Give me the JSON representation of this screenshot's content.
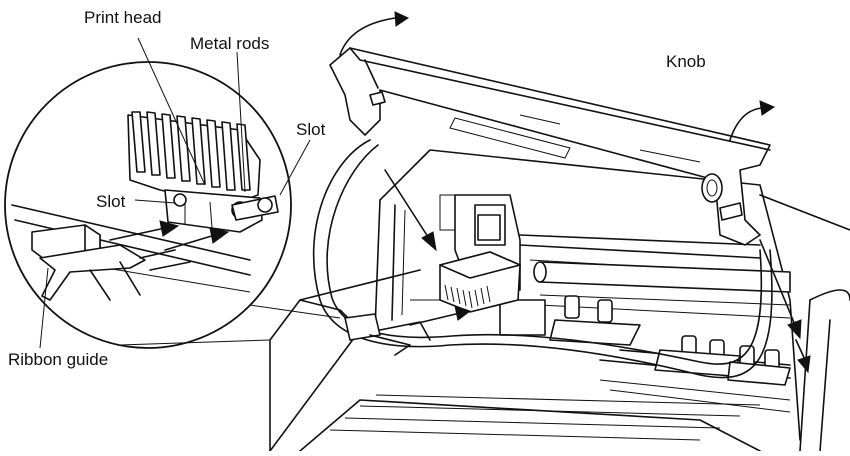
{
  "labels": {
    "print_head": "Print head",
    "metal_rods": "Metal rods",
    "slot_right": "Slot",
    "slot_left": "Slot",
    "knob": "Knob",
    "ribbon_guide": "Ribbon guide"
  }
}
